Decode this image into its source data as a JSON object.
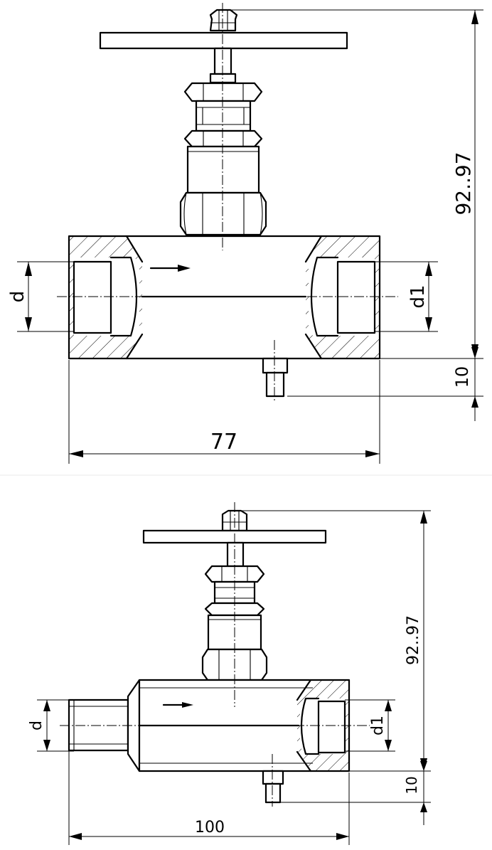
{
  "views": [
    {
      "dims": {
        "width": "77",
        "height": "92..97",
        "stem": "10",
        "inlet": "d",
        "outlet": "d1"
      }
    },
    {
      "dims": {
        "width": "100",
        "height": "92..97",
        "stem": "10",
        "inlet": "d",
        "outlet": "d1"
      }
    }
  ]
}
